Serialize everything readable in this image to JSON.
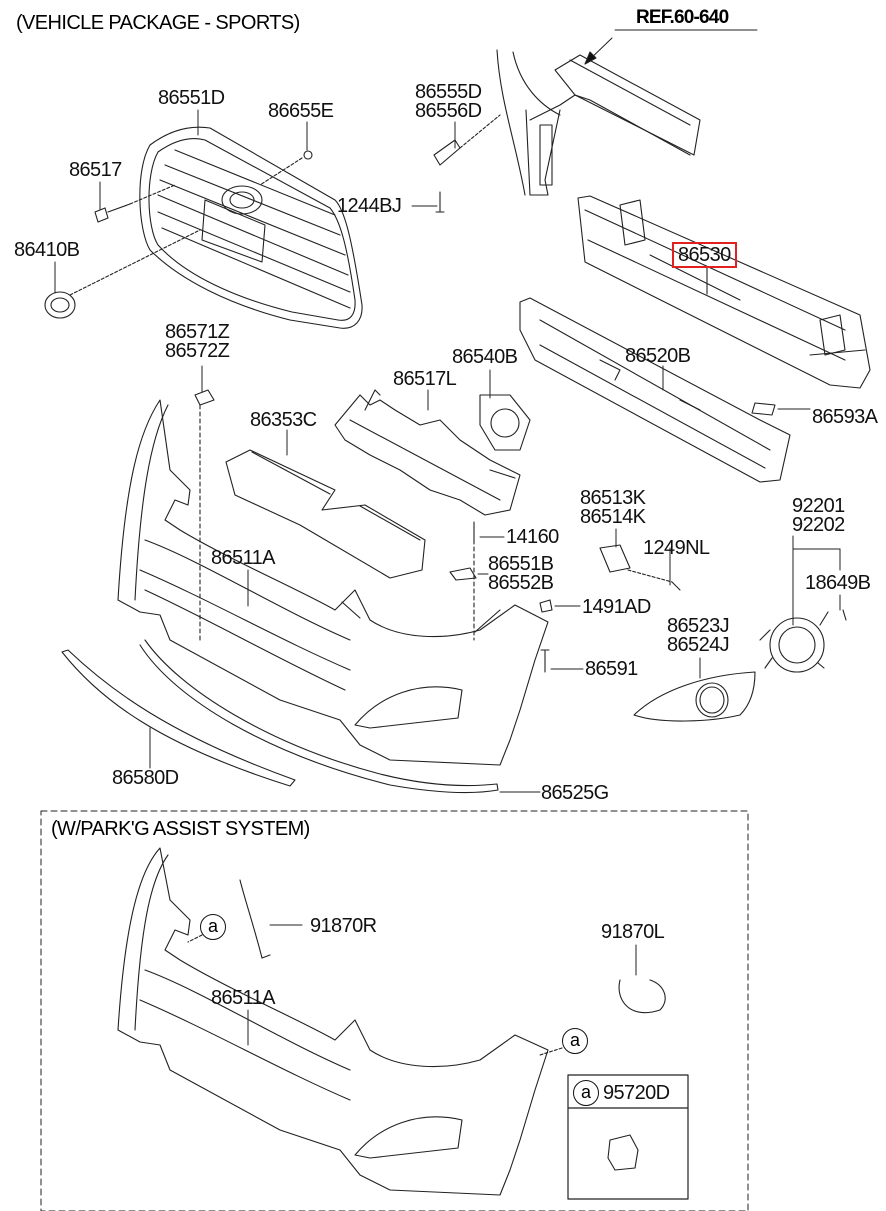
{
  "title": "(VEHICLE PACKAGE - SPORTS)",
  "reference": "REF.60-640",
  "highlight_color": "#e0211e",
  "highlighted_part": "86530",
  "parts": {
    "p86551D": "86551D",
    "p86655E": "86655E",
    "p86517": "86517",
    "p86410B": "86410B",
    "p86555D": "86555D",
    "p86556D": "86556D",
    "p1244BJ": "1244BJ",
    "p86530": "86530",
    "p86571Z": "86571Z",
    "p86572Z": "86572Z",
    "p86353C": "86353C",
    "p86517L": "86517L",
    "p86540B": "86540B",
    "p86520B": "86520B",
    "p86593A": "86593A",
    "p86511A": "86511A",
    "p86513K": "86513K",
    "p86514K": "86514K",
    "p14160": "14160",
    "p86551B": "86551B",
    "p86552B": "86552B",
    "p1249NL": "1249NL",
    "p92201": "92201",
    "p92202": "92202",
    "p18649B": "18649B",
    "p1491AD": "1491AD",
    "p86523J": "86523J",
    "p86524J": "86524J",
    "p86591": "86591",
    "p86580D": "86580D",
    "p86525G": "86525G"
  },
  "park_assist": {
    "title": "(W/PARK'G ASSIST SYSTEM)",
    "p91870R": "91870R",
    "p91870L": "91870L",
    "p86511A": "86511A",
    "callout": "a",
    "legend_part": "95720D"
  }
}
